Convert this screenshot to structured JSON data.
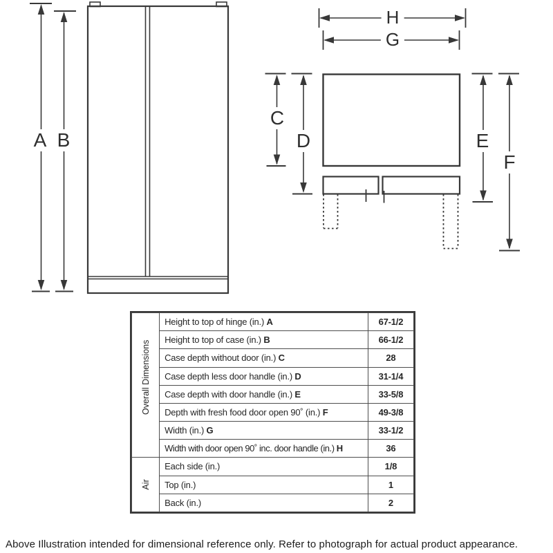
{
  "diagram": {
    "front_view_labels": {
      "a": "A",
      "b": "B"
    },
    "top_view_labels": {
      "c": "C",
      "d": "D",
      "e": "E",
      "f": "F",
      "g": "G",
      "h": "H"
    }
  },
  "dimension_table": {
    "section_overall": "Overall Dimensions",
    "section_air": "Air",
    "rows": [
      {
        "label": "Height to top of hinge (in.)",
        "letter": "A",
        "value": "67-1/2"
      },
      {
        "label": "Height to top of case (in.)",
        "letter": "B",
        "value": "66-1/2"
      },
      {
        "label": "Case depth without door (in.)",
        "letter": "C",
        "value": "28"
      },
      {
        "label": "Case depth less door handle (in.)",
        "letter": "D",
        "value": "31-1/4"
      },
      {
        "label": "Case depth with door handle (in.)",
        "letter": "E",
        "value": "33-5/8"
      },
      {
        "label": "Depth with fresh food door open 90˚ (in.)",
        "letter": "F",
        "value": "49-3/8"
      },
      {
        "label": "Width (in.)",
        "letter": "G",
        "value": "33-1/2"
      },
      {
        "label": "Width with door open 90˚ inc. door handle (in.)",
        "letter": "H",
        "value": "36"
      },
      {
        "label": "Each side (in.)",
        "letter": "",
        "value": "1/8"
      },
      {
        "label": "Top (in.)",
        "letter": "",
        "value": "1"
      },
      {
        "label": "Back (in.)",
        "letter": "",
        "value": "2"
      }
    ]
  },
  "footer": {
    "note": "Above Illustration intended for dimensional reference only. Refer to photograph for actual product appearance."
  }
}
